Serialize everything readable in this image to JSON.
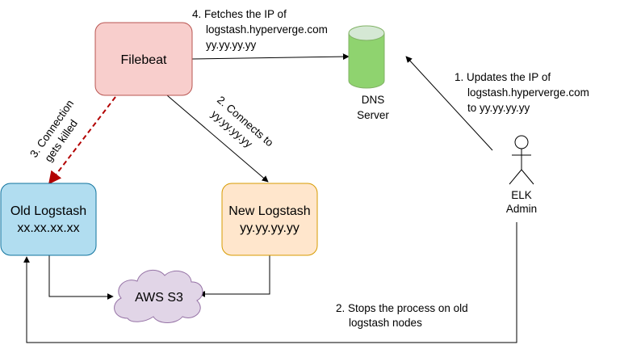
{
  "nodes": {
    "filebeat": {
      "label": "Filebeat",
      "fill": "#f8cecc",
      "stroke": "#b85450"
    },
    "dns": {
      "line1": "DNS",
      "line2": "Server",
      "fill_top": "#d5e8d4",
      "fill_body": "#8fd36f",
      "stroke": "#82b366"
    },
    "old_logstash": {
      "line1": "Old Logstash",
      "line2": "xx.xx.xx.xx",
      "fill": "#b1ddf0",
      "stroke": "#10739e"
    },
    "new_logstash": {
      "line1": "New Logstash",
      "line2": "yy.yy.yy.yy",
      "fill": "#ffe6cc",
      "stroke": "#d79b00"
    },
    "aws_s3": {
      "label": "AWS S3",
      "fill": "#e1d5e7",
      "stroke": "#9673a6"
    },
    "elk_admin": {
      "line1": "ELK",
      "line2": "Admin"
    }
  },
  "edges": {
    "step1": {
      "lines": [
        "1. Updates the IP of",
        "logstash.hyperverge.com",
        "to yy.yy.yy.yy"
      ]
    },
    "step2_connect": {
      "lines": [
        "2. Connects to",
        "yy.yy.yy.yy"
      ]
    },
    "step2_stop": {
      "lines": [
        "2. Stops the process on old",
        "logstash nodes"
      ]
    },
    "step3": {
      "lines": [
        "3. Connection",
        "gets killed"
      ],
      "color": "#b20000"
    },
    "step4": {
      "lines": [
        "4. Fetches the IP of",
        "logstash.hyperverge.com",
        "yy.yy.yy.yy"
      ]
    }
  }
}
